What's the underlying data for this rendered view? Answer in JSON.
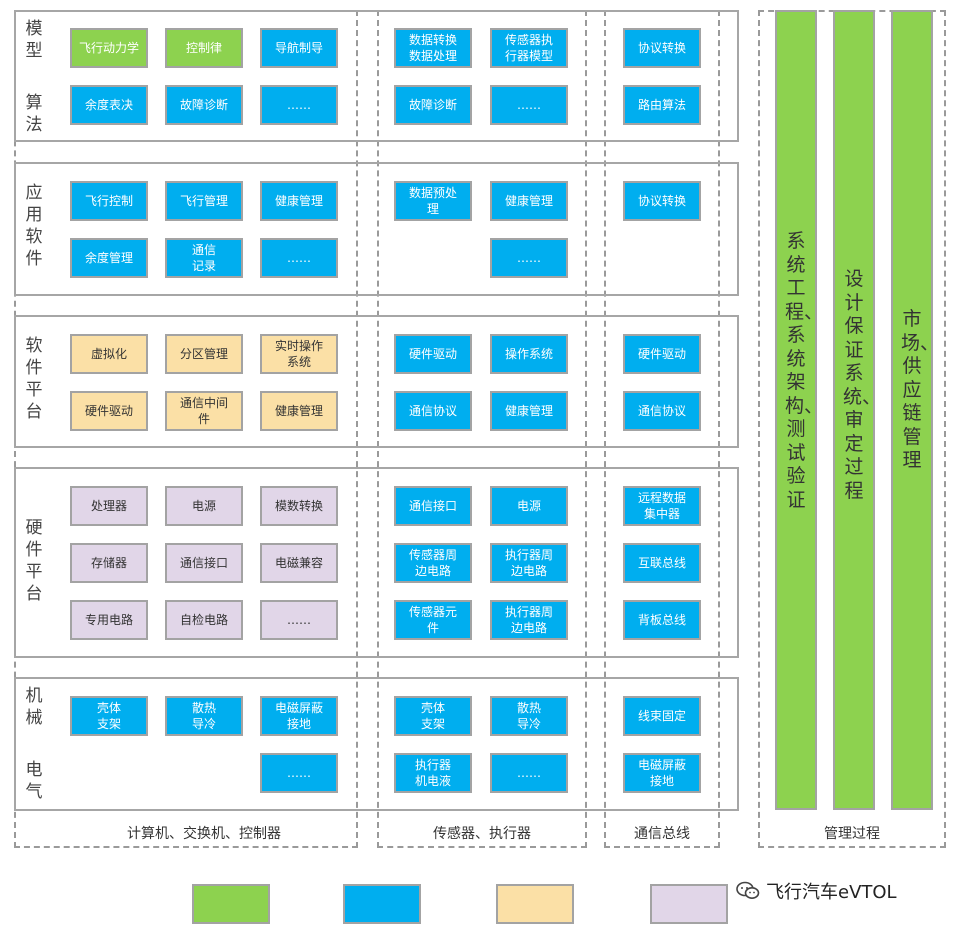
{
  "rows": [
    {
      "label": "模型算法"
    },
    {
      "label": "应用软件"
    },
    {
      "label": "软件平台"
    },
    {
      "label": "硬件平台"
    },
    {
      "label": "机械电气"
    }
  ],
  "columns": [
    {
      "label": "计算机、交换机、控制器"
    },
    {
      "label": "传感器、执行器"
    },
    {
      "label": "通信总线"
    },
    {
      "label": "管理过程"
    }
  ],
  "boxes": {
    "model": {
      "c1": [
        "飞行动力学",
        "控制律",
        "导航制导",
        "余度表决",
        "故障诊断",
        "……"
      ],
      "c2": [
        "数据转换\n数据处理",
        "传感器执\n行器模型",
        "故障诊断",
        "……"
      ],
      "c3": [
        "协议转换",
        "路由算法"
      ]
    },
    "app": {
      "c1": [
        "飞行控制",
        "飞行管理",
        "健康管理",
        "余度管理",
        "通信\n记录",
        "……"
      ],
      "c2": [
        "数据预处\n理",
        "健康管理",
        "……"
      ],
      "c3": [
        "协议转换"
      ]
    },
    "swp": {
      "c1": [
        "虚拟化",
        "分区管理",
        "实时操作\n系统",
        "硬件驱动",
        "通信中间\n件",
        "健康管理"
      ],
      "c2": [
        "硬件驱动",
        "操作系统",
        "通信协议",
        "健康管理"
      ],
      "c3": [
        "硬件驱动",
        "通信协议"
      ]
    },
    "hwp": {
      "c1": [
        "处理器",
        "电源",
        "模数转换",
        "存储器",
        "通信接口",
        "电磁兼容",
        "专用电路",
        "自检电路",
        "……"
      ],
      "c2": [
        "通信接口",
        "电源",
        "传感器周\n边电路",
        "执行器周\n边电路",
        "传感器元\n件",
        "执行器周\n边电路"
      ],
      "c3": [
        "远程数据\n集中器",
        "互联总线",
        "背板总线"
      ]
    },
    "mech": {
      "c1": [
        "壳体\n支架",
        "散热\n导冷",
        "电磁屏蔽\n接地",
        "……"
      ],
      "c2": [
        "壳体\n支架",
        "散热\n导冷",
        "执行器\n机电液",
        "……"
      ],
      "c3": [
        "线束固定",
        "电磁屏蔽\n接地"
      ]
    }
  },
  "management": [
    {
      "text": "系统工程、系统架构、测试验证"
    },
    {
      "text": "设计保证系统、审定过程"
    },
    {
      "text": "市场、供应链管理"
    }
  ],
  "watermark": "飞行汽车eVTOL",
  "colors": {
    "green": "#8dd24f",
    "blue": "#00aeef",
    "orange": "#fbe0a6",
    "purple": "#e1d6e8",
    "border": "#a3a3a3"
  }
}
